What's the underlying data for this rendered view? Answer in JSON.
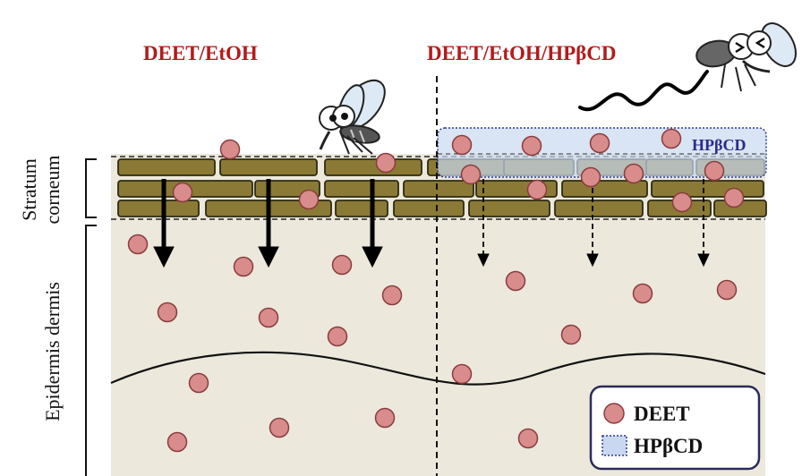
{
  "titles": {
    "left": "DEET/EtOH",
    "right": "DEET/EtOH/HPβCD"
  },
  "side_labels": {
    "stratum_line1": "Stratum",
    "stratum_line2": "corneum",
    "epidermis": "Epidermis dermis"
  },
  "hp_box_label": "HPβCD",
  "legend": {
    "deet": "DEET",
    "hpbcd": "HPβCD"
  },
  "colors": {
    "title_red": "#b31b1b",
    "brick": "#8b7a35",
    "tissue": "#ece8dc",
    "deet_fill": "#d98c8c",
    "deet_stroke": "#8a3c3c",
    "hp_fill": "#c9d8f0",
    "hp_border": "#2b3a8a"
  },
  "icons": {
    "mosquito_left": "mosquito-icon",
    "mosquito_right": "mosquito-repelled-icon"
  }
}
